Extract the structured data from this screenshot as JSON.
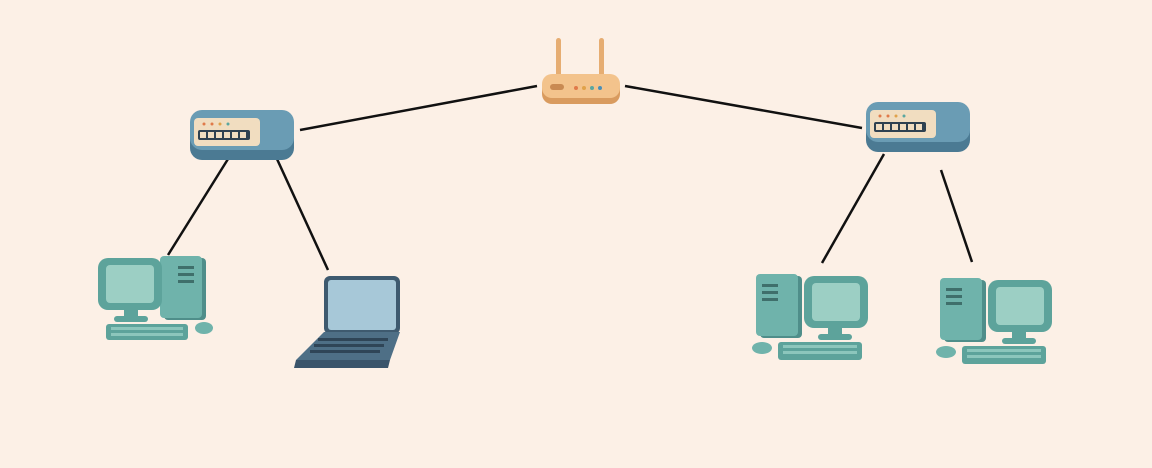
{
  "diagram": {
    "type": "network-topology",
    "background": "#fcf0e6",
    "colors": {
      "router": "#f2c08a",
      "switch": "#5f8fa6",
      "computer": "#6fb3ab",
      "laptop": "#4e6f86",
      "link": "#111111"
    },
    "nodes": [
      {
        "id": "router",
        "kind": "router",
        "icon": "wifi-router-icon"
      },
      {
        "id": "switch-left",
        "kind": "switch",
        "icon": "network-switch-icon"
      },
      {
        "id": "switch-right",
        "kind": "switch",
        "icon": "network-switch-icon"
      },
      {
        "id": "pc-left",
        "kind": "desktop-computer",
        "icon": "desktop-computer-icon"
      },
      {
        "id": "laptop-left",
        "kind": "laptop",
        "icon": "laptop-icon"
      },
      {
        "id": "pc-right-1",
        "kind": "desktop-computer",
        "icon": "desktop-computer-icon"
      },
      {
        "id": "pc-right-2",
        "kind": "desktop-computer",
        "icon": "desktop-computer-icon"
      }
    ],
    "links": [
      {
        "from": "router",
        "to": "switch-left"
      },
      {
        "from": "router",
        "to": "switch-right"
      },
      {
        "from": "switch-left",
        "to": "pc-left"
      },
      {
        "from": "switch-left",
        "to": "laptop-left"
      },
      {
        "from": "switch-right",
        "to": "pc-right-1"
      },
      {
        "from": "switch-right",
        "to": "pc-right-2"
      }
    ]
  }
}
